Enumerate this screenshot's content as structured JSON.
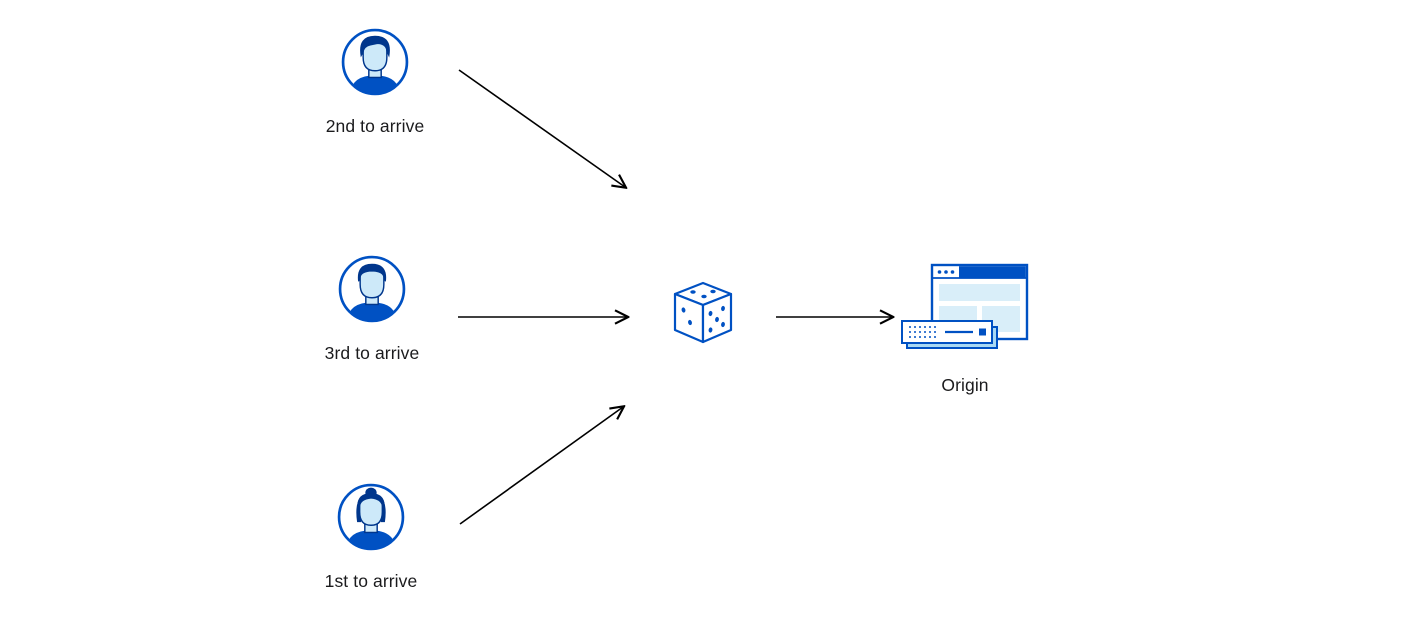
{
  "diagram": {
    "colors": {
      "accent": "#0051c3",
      "accent_dark": "#00368c",
      "fill_light": "#d9eef9",
      "fill_mid": "#a9d9f4",
      "arrow": "#000000",
      "background": "#ffffff",
      "text": "#1b1b1d"
    },
    "visitors": [
      {
        "label": "2nd to arrive",
        "icon": "visitor-avatar-icon"
      },
      {
        "label": "3rd to arrive",
        "icon": "visitor-avatar-icon"
      },
      {
        "label": "1st to arrive",
        "icon": "visitor-avatar-icon"
      }
    ],
    "selector": {
      "icon": "dice-icon"
    },
    "origin": {
      "label": "Origin",
      "icon": "origin-server-icon"
    }
  }
}
